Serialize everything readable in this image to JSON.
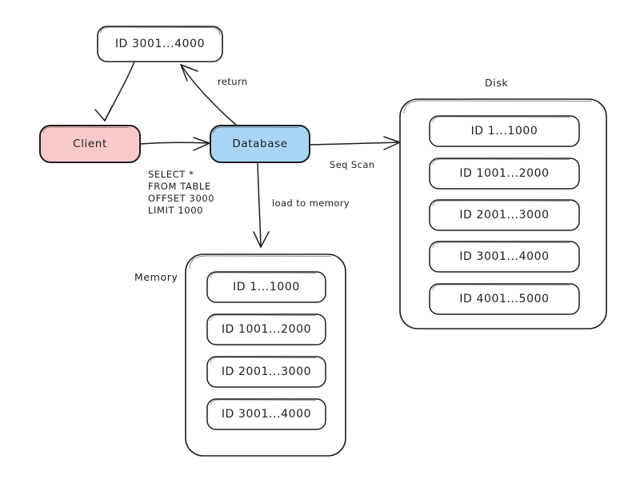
{
  "diagram": {
    "title_nodes": {
      "result_chip": {
        "label": "ID 3001...4000"
      },
      "client": {
        "label": "Client",
        "fill": "#f7c9cb",
        "stroke": "#1e1e1e"
      },
      "database": {
        "label": "Database",
        "fill": "#a9d5f5",
        "stroke": "#1e1e1e"
      }
    },
    "groups": [
      {
        "name": "disk",
        "label": "Disk",
        "pages": [
          {
            "label": "ID 1...1000"
          },
          {
            "label": "ID 1001...2000"
          },
          {
            "label": "ID 2001...3000"
          },
          {
            "label": "ID 3001...4000"
          },
          {
            "label": "ID 4001...5000"
          }
        ]
      },
      {
        "name": "memory",
        "label": "Memory",
        "pages": [
          {
            "label": "ID 1...1000"
          },
          {
            "label": "ID 1001...2000"
          },
          {
            "label": "ID 2001...3000"
          },
          {
            "label": "ID 3001...4000"
          }
        ]
      }
    ],
    "edge_labels": {
      "return": "return",
      "seq_scan": "Seq Scan",
      "load_to_memory": "load to memory"
    },
    "query": {
      "lines": [
        "SELECT *",
        "FROM TABLE",
        "OFFSET 3000",
        "LIMIT 1000"
      ],
      "text": "SELECT *\nFROM TABLE\nOFFSET 3000\nLIMIT 1000"
    },
    "colors": {
      "ink": "#1e1e1e",
      "background": "#ffffff",
      "client_fill": "#f7c9cb",
      "database_fill": "#a9d5f5"
    }
  }
}
